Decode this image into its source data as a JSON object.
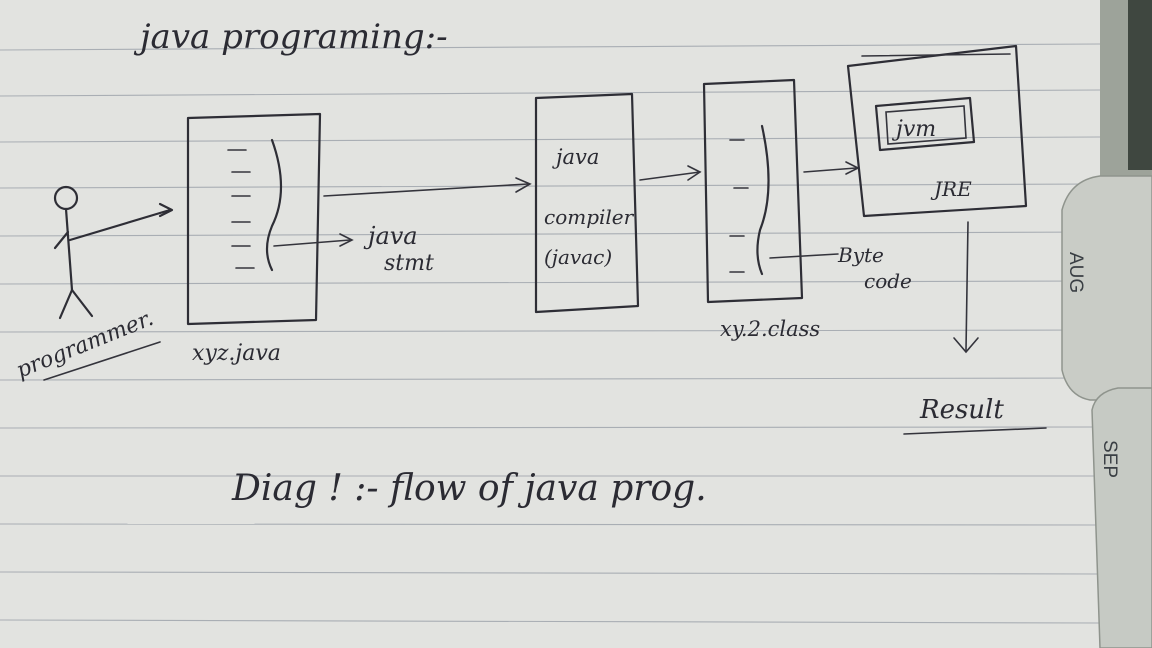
{
  "page_title": "java programing:-",
  "actor": {
    "label": "programmer."
  },
  "nodes": {
    "source_file": {
      "label": "xyz.java"
    },
    "javac": {
      "line1": "java",
      "line2": "compiler",
      "line3": "(javac)"
    },
    "class_file": {
      "label": "xy.2.class"
    },
    "jvm": {
      "inner": "jvm",
      "outer": "JRE"
    }
  },
  "edge_labels": {
    "java_stmt": {
      "line1": "java",
      "line2": "stmt"
    },
    "byte_code": {
      "line1": "Byte",
      "line2": "code"
    },
    "result": "Result"
  },
  "caption": "Diag ! :- flow of java prog.",
  "tabs": [
    "AUG",
    "SEP"
  ],
  "colors": {
    "paper": "#e3e4e1",
    "ink": "#2e2e36",
    "rule": "#a9aeb4",
    "tab": "#c9ccc6",
    "binder": "#3f4740"
  }
}
